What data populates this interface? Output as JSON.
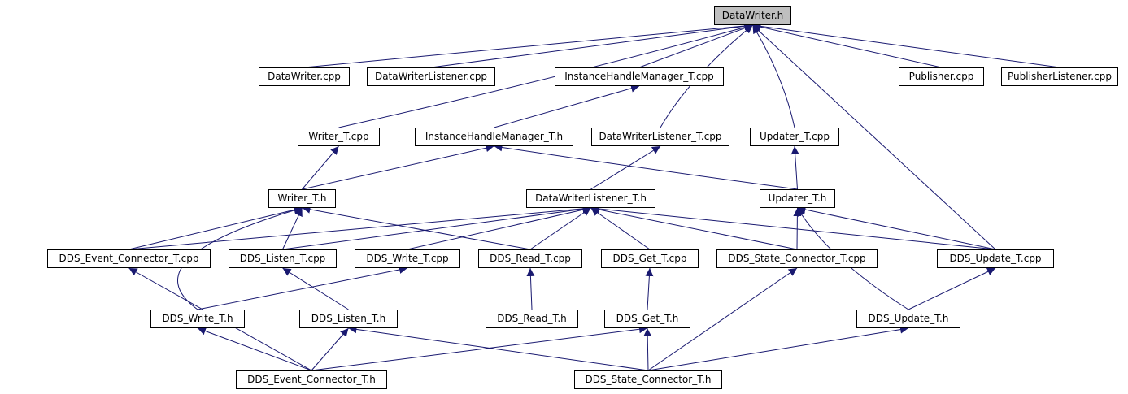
{
  "colors": {
    "edge": "#191970",
    "root_fill": "#bfbfbf"
  },
  "nodes": {
    "datawriter_h": "DataWriter.h",
    "datawriter_cpp": "DataWriter.cpp",
    "datawriterlistener_cpp": "DataWriterListener.cpp",
    "instancehandlemanager_t_cpp": "InstanceHandleManager_T.cpp",
    "publisher_cpp": "Publisher.cpp",
    "publisherlistener_cpp": "PublisherListener.cpp",
    "writer_t_cpp": "Writer_T.cpp",
    "instancehandlemanager_t_h": "InstanceHandleManager_T.h",
    "datawriterlistener_t_cpp": "DataWriterListener_T.cpp",
    "updater_t_cpp": "Updater_T.cpp",
    "writer_t_h": "Writer_T.h",
    "datawriterlistener_t_h": "DataWriterListener_T.h",
    "updater_t_h": "Updater_T.h",
    "dds_event_connector_t_cpp": "DDS_Event_Connector_T.cpp",
    "dds_listen_t_cpp": "DDS_Listen_T.cpp",
    "dds_write_t_cpp": "DDS_Write_T.cpp",
    "dds_read_t_cpp": "DDS_Read_T.cpp",
    "dds_get_t_cpp": "DDS_Get_T.cpp",
    "dds_state_connector_t_cpp": "DDS_State_Connector_T.cpp",
    "dds_update_t_cpp": "DDS_Update_T.cpp",
    "dds_write_t_h": "DDS_Write_T.h",
    "dds_listen_t_h": "DDS_Listen_T.h",
    "dds_read_t_h": "DDS_Read_T.h",
    "dds_get_t_h": "DDS_Get_T.h",
    "dds_update_t_h": "DDS_Update_T.h",
    "dds_event_connector_t_h": "DDS_Event_Connector_T.h",
    "dds_state_connector_t_h": "DDS_State_Connector_T.h"
  }
}
